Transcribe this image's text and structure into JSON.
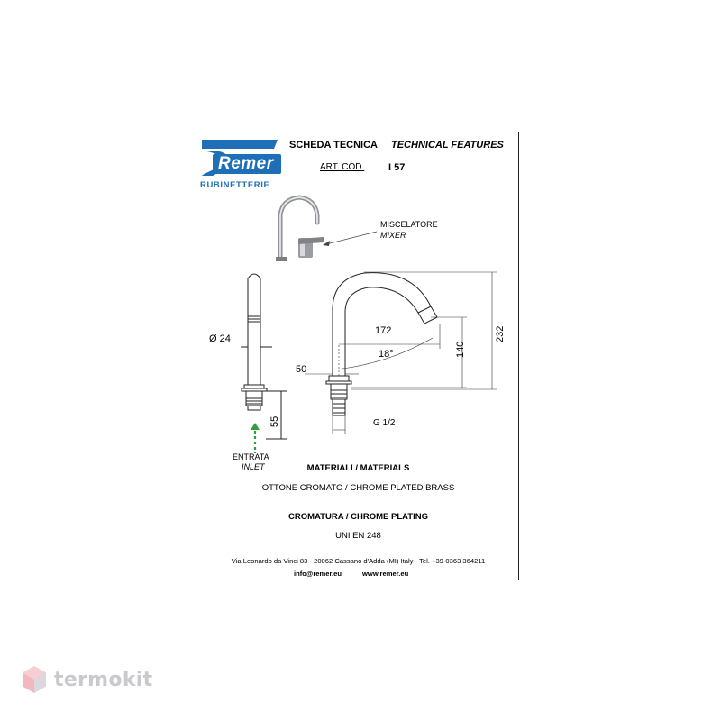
{
  "header": {
    "brand": "Remer",
    "brand_sub": "RUBINETTERIE",
    "title_it": "SCHEDA TECNICA",
    "title_en": "TECHNICAL FEATURES",
    "art_label": "ART. COD.",
    "art_code": "I 57"
  },
  "callout": {
    "label_it": "MISCELATORE",
    "label_en": "MIXER"
  },
  "dimensions": {
    "diameter": "Ø 24",
    "reach": "172",
    "angle": "18°",
    "base_offset": "50",
    "height_spout": "140",
    "height_total": "232",
    "thread": "G 1/2",
    "shank": "55"
  },
  "inlet": {
    "label_it": "ENTRATA",
    "label_en": "INLET"
  },
  "specs": {
    "materials_title": "MATERIALI / MATERIALS",
    "materials_value": "OTTONE CROMATO / CHROME PLATED BRASS",
    "plating_title": "CROMATURA / CHROME PLATING",
    "plating_value": "UNI EN 248"
  },
  "footer": {
    "address": "Via Leonardo da Vinci 83 - 20062 Cassano d'Adda (MI) Italy - Tel. +39-0363 364211",
    "email": "info@remer.eu",
    "website": "www.remer.eu"
  },
  "watermark": {
    "text": "termokit",
    "color": "#c9c9cd",
    "accent": "#f2b8bd"
  },
  "colors": {
    "brand_blue": "#1e6fb8",
    "inlet_green": "#2e9e3e"
  }
}
